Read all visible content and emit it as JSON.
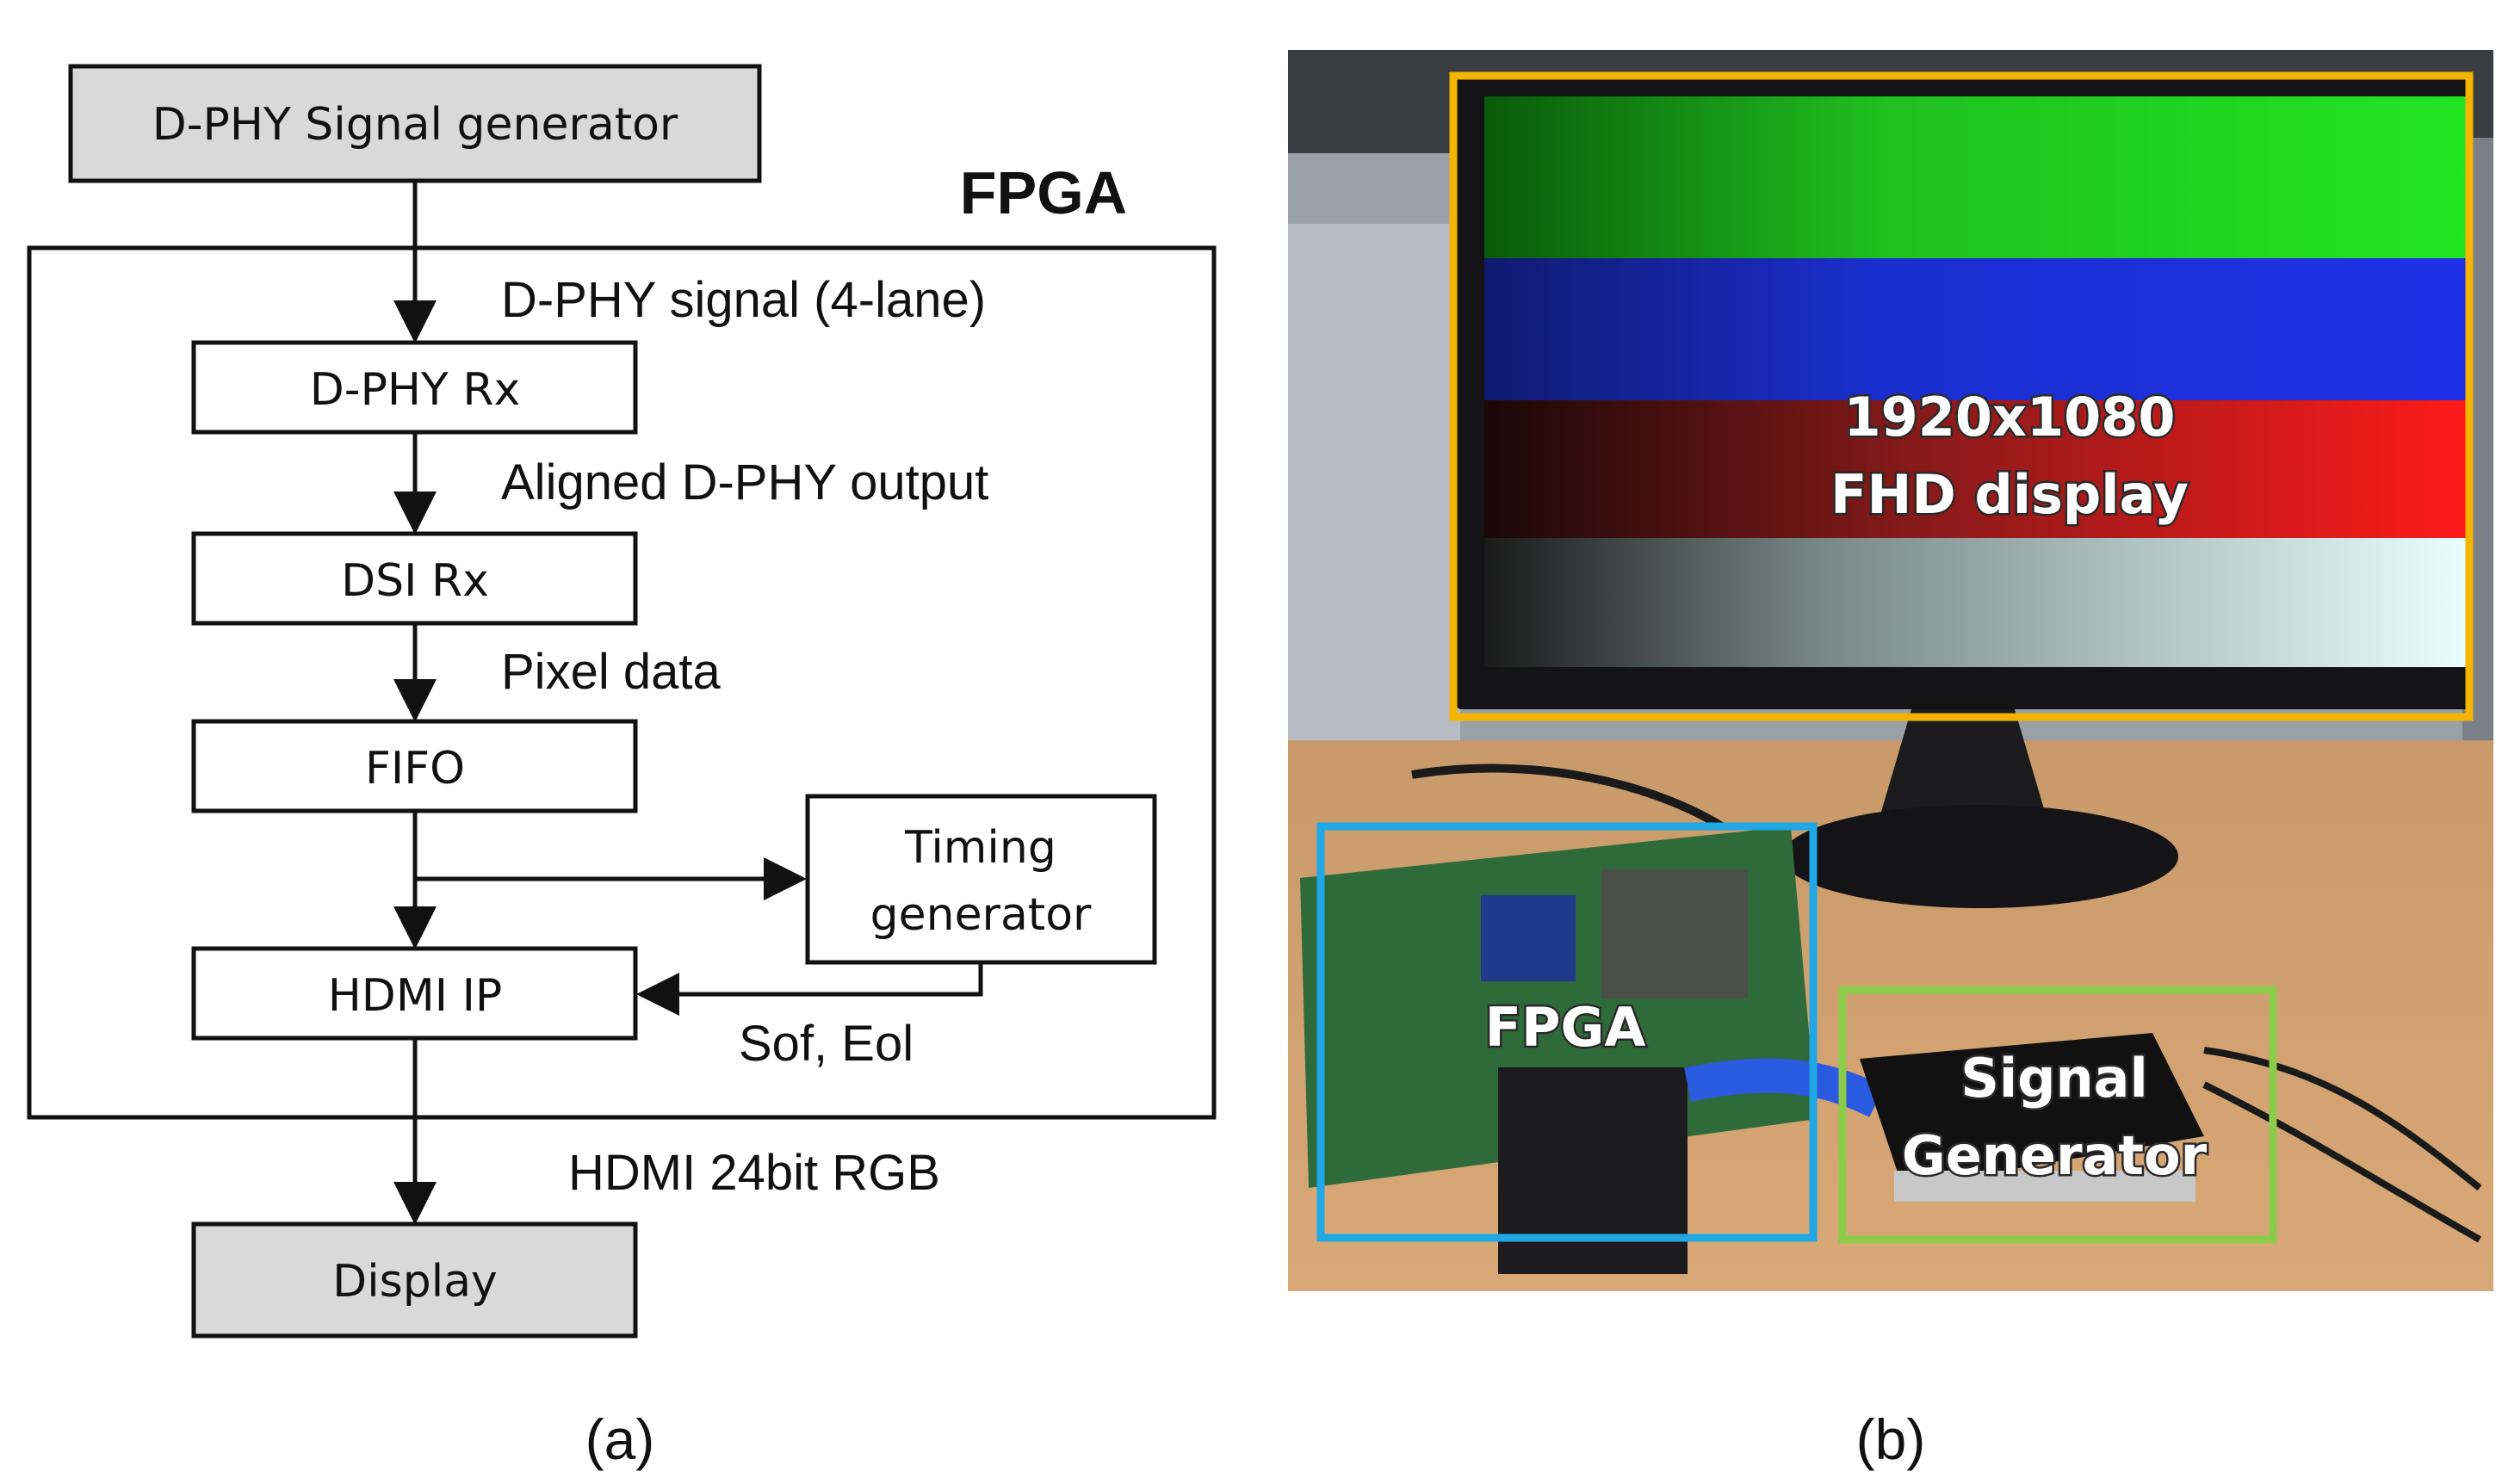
{
  "panel_a": {
    "fpga_title": "FPGA",
    "blocks": {
      "signal_generator": "D-PHY Signal generator",
      "dphy_rx": "D-PHY Rx",
      "dsi_rx": "DSI Rx",
      "fifo": "FIFO",
      "timing_line1": "Timing",
      "timing_line2": "generator",
      "hdmi_ip": "HDMI IP",
      "display": "Display"
    },
    "signals": {
      "dphy_signal": "D-PHY signal (4-lane)",
      "aligned_output": "Aligned D-PHY output",
      "pixel_data": "Pixel data",
      "sof_eol": "Sof, Eol",
      "hdmi_rgb": "HDMI 24bit RGB"
    },
    "caption": "(a)"
  },
  "panel_b": {
    "display_label_line1": "1920x1080",
    "display_label_line2": "FHD display",
    "fpga_label": "FPGA",
    "generator_label_line1": "Signal",
    "generator_label_line2": "Generator",
    "caption": "(b)",
    "colors": {
      "display_box": "#f5b400",
      "fpga_box": "#1fa7e6",
      "generator_box": "#8ccc4a"
    }
  }
}
